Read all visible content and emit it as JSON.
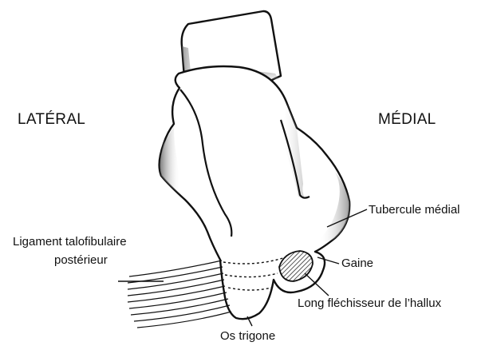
{
  "labels": {
    "lateral": "LATÉRAL",
    "medial": "MÉDIAL",
    "tubercule_medial": "Tubercule médial",
    "ligament_line1": "Ligament talofibulaire",
    "ligament_line2": "postérieur",
    "gaine": "Gaine",
    "long_flechisseur": "Long fléchisseur de l’hallux",
    "os_trigone": "Os trigone"
  },
  "colors": {
    "ink": "#111111",
    "shade": "#9a9a9a",
    "background": "#ffffff"
  }
}
